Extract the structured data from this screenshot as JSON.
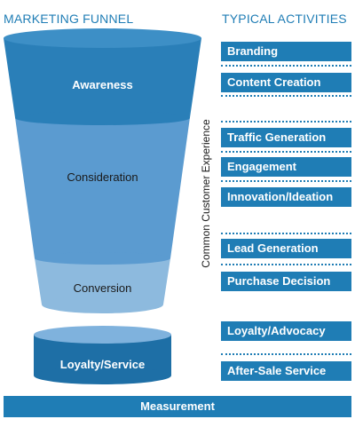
{
  "headings": {
    "funnel": "MARKETING FUNNEL",
    "activities": "TYPICAL ACTIVITIES"
  },
  "funnel": {
    "stages": [
      {
        "label": "Awareness",
        "color": "#2a7fb8",
        "text_color": "#ffffff"
      },
      {
        "label": "Consideration",
        "color": "#5b9bd0",
        "text_color": "#1a1a1a"
      },
      {
        "label": "Conversion",
        "color": "#8dbade",
        "text_color": "#1a1a1a"
      }
    ],
    "side_label": "Common Customer Experience"
  },
  "loyalty": {
    "label": "Loyalty/Service"
  },
  "activities": [
    {
      "label": "Branding"
    },
    {
      "label": "Content Creation"
    },
    {
      "label": "Traffic Generation"
    },
    {
      "label": "Engagement"
    },
    {
      "label": "Innovation/Ideation"
    },
    {
      "label": "Lead Generation"
    },
    {
      "label": "Purchase Decision"
    },
    {
      "label": "Loyalty/Advocacy"
    },
    {
      "label": "After-Sale Service"
    }
  ],
  "measurement": {
    "label": "Measurement"
  },
  "colors": {
    "brand_blue": "#1f7db5",
    "dark_blue": "#1e6fa6",
    "light_blue": "#7fb2dd"
  }
}
